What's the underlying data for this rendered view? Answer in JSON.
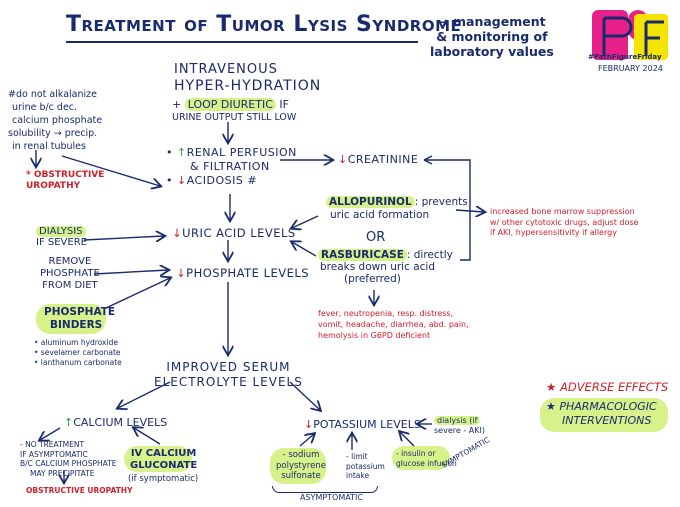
{
  "title": "Treatment of Tumor Lysis Syndrome",
  "title_note_1": "management",
  "title_note_2": "& monitoring of",
  "title_note_3": "laboratory values",
  "logo_text": "#PathFigureFriday",
  "logo_date": "FEBRUARY 2024",
  "iv_line1": "Intravenous",
  "iv_line2": "Hyper-Hydration",
  "loop_plus": "+",
  "loop_label": "Loop Diuretic",
  "loop_if": "if",
  "loop_cond": "urine output still low",
  "alk_note_1": "#do not alkalanize",
  "alk_note_2": "urine b/c dec.",
  "alk_note_3": "calcium phosphate",
  "alk_note_4": "solubility → precip.",
  "alk_note_5": "in renal tubules",
  "obstructive_1": "Obstructive",
  "obstructive_2": "uropathy",
  "renal_1": "Renal perfusion",
  "renal_2": "& filtration",
  "acidosis": "Acidosis",
  "acidosis_mark": "#",
  "creatinine": "Creatinine",
  "allopurinol_label": "Allopurinol",
  "allopurinol_desc_1": ": prevents",
  "allopurinol_desc_2": "uric acid formation",
  "or_text": "OR",
  "rasburicase_label": "Rasburicase",
  "rasburicase_desc_1": ": directly",
  "rasburicase_desc_2": "breaks down uric acid",
  "rasburicase_desc_3": "(preferred)",
  "allo_adverse_1": "increased bone marrow suppression",
  "allo_adverse_2": "w/ other cytotoxic drugs, adjust dose",
  "allo_adverse_3": "if AKI, hypersensitivity if allergy",
  "ras_adverse_1": "fever, neutropenia, resp. distress,",
  "ras_adverse_2": "vomit, headache, diarrhea, abd. pain,",
  "ras_adverse_3": "hemolysis in G6PD deficient",
  "dialysis_label": "Dialysis",
  "dialysis_cond": "if severe",
  "uric_acid": "Uric acid levels",
  "remove_1": "Remove",
  "remove_2": "phosphate",
  "remove_3": "from diet",
  "phosphate": "Phosphate levels",
  "binders_1": "Phosphate",
  "binders_2": "Binders",
  "binder_items": [
    "• aluminum hydroxide",
    "• sevelamer carbonate",
    "• lanthanum carbonate"
  ],
  "improved_1": "Improved serum",
  "improved_2": "electrolyte levels",
  "calcium": "Calcium levels",
  "calcium_note_1": "- no treatment",
  "calcium_note_2": "if asymptomatic",
  "calcium_note_3": "b/c calcium phosphate",
  "calcium_note_4": "may precipitate",
  "obstructive_bottom": "Obstructive uropathy",
  "iv_calcium_1": "IV Calcium",
  "iv_calcium_2": "Gluconate",
  "iv_calcium_3": "(if symptomatic)",
  "potassium": "Potassium levels",
  "sodium_1": "- sodium",
  "sodium_2": "polystyrene",
  "sodium_3": "sulfonate",
  "limit_1": "- limit",
  "limit_2": "potassium",
  "limit_3": "intake",
  "asymptomatic": "Asymptomatic",
  "insulin_1": "- insulin or",
  "insulin_2": "glucose infusion",
  "symptomatic": "Symptomatic",
  "dialysis_k_1": "dialysis (if",
  "dialysis_k_2": "severe - AKI)",
  "legend_adverse": "Adverse Effects",
  "legend_pharm_1": "Pharmacologic",
  "legend_pharm_2": "Interventions",
  "colors": {
    "navy": "#1a2a6c",
    "red": "#d0202a",
    "green": "#2a9d3a",
    "highlight": "#d7f28a",
    "logo_pink": "#e8208a",
    "logo_yellow": "#f5e400"
  }
}
